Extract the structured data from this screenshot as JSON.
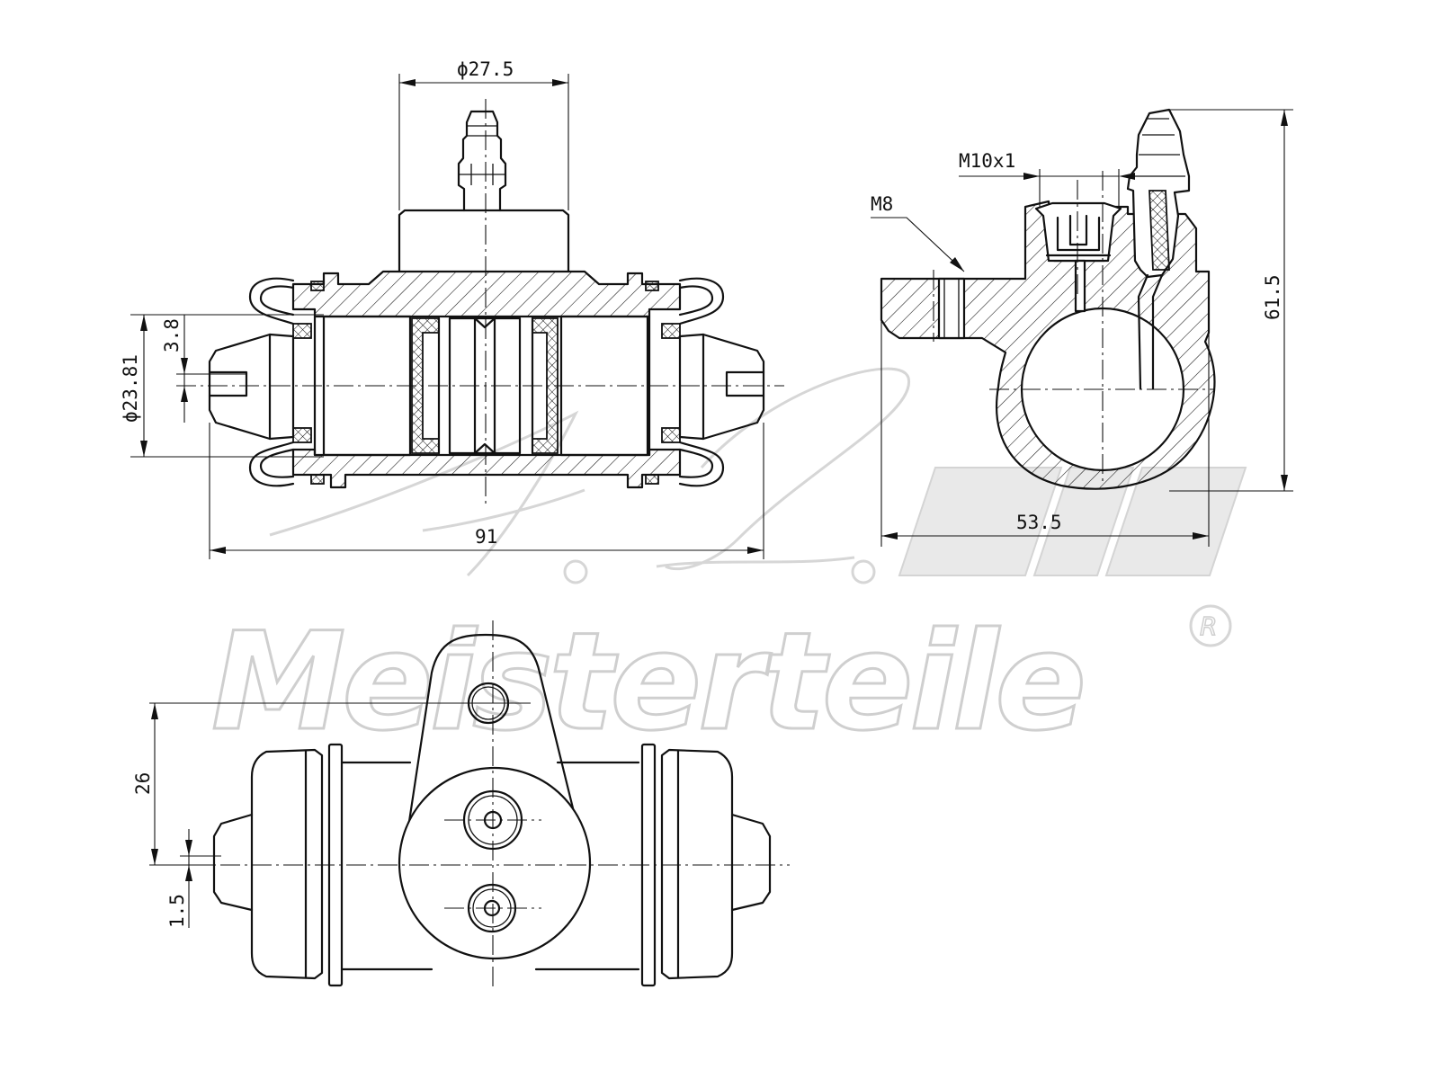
{
  "dimensions": {
    "outlet_diameter": "ϕ27.5",
    "bleeder_thread": "M10x1",
    "mount_thread": "M8",
    "overall_height": "61.5",
    "boss_width": "53.5",
    "bore_diameter": "ϕ23.81",
    "offset": "3.8",
    "overall_length": "91",
    "hole_spacing": "26",
    "axis_offset": "1.5"
  },
  "watermark": {
    "brand": "Meisterteile",
    "registered": "R"
  }
}
